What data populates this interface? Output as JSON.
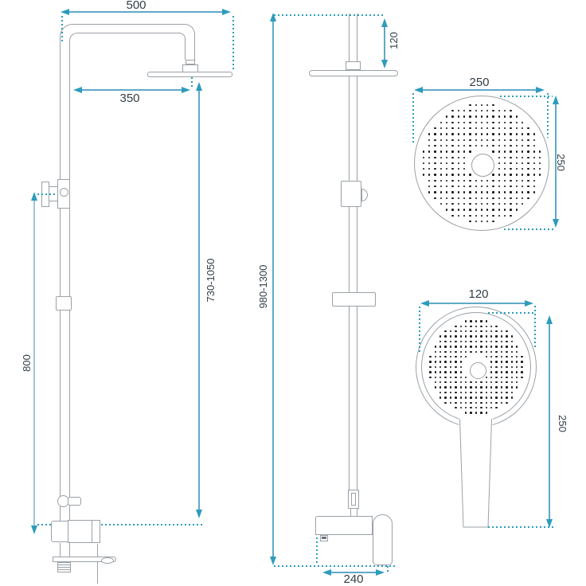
{
  "colors": {
    "dimension_line": "#5fa9c8",
    "dimension_accent": "#2d9cbd",
    "drawing_outline": "#9aa1a7",
    "label_text": "#333e47",
    "nozzle_dot": "#151515"
  },
  "side_view": {
    "arm_width": "500",
    "head_offset": "350",
    "adjustable_height": "730-1050",
    "bracket_height": "800"
  },
  "front_view": {
    "head_drop": "120",
    "total_height": "980-1300",
    "mixer_width": "240"
  },
  "rain_head_view": {
    "width": "250",
    "height": "250"
  },
  "hand_shower_view": {
    "width": "120",
    "length": "250"
  }
}
